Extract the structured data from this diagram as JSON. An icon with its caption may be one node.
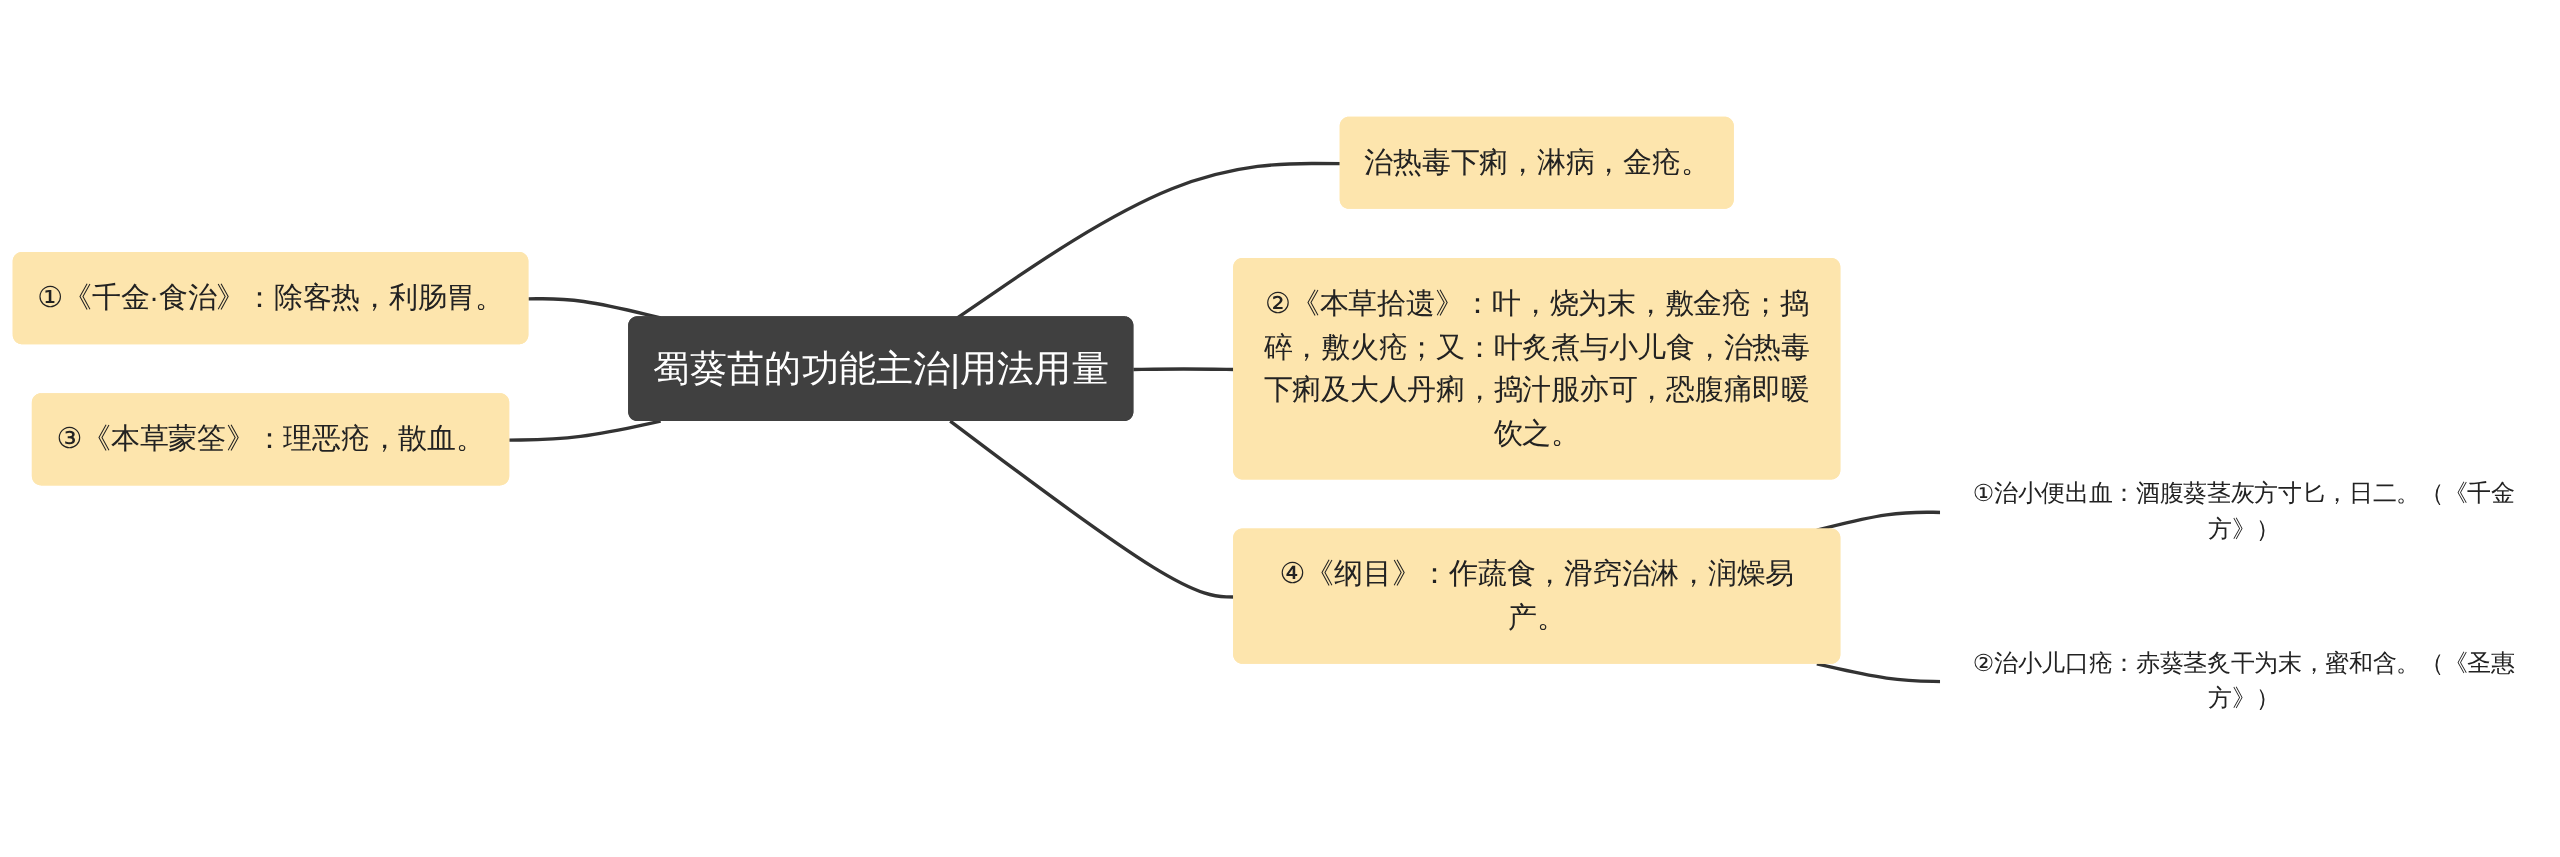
{
  "diagram": {
    "nodes": [
      {
        "text": [
          "蜀葵苗的功能主治|用法用量"
        ]
      },
      {
        "text": [
          "①《千金·食治》：除客热，利肠胃。"
        ]
      },
      {
        "text": [
          "③《本草蒙筌》：理恶疮，散血。"
        ]
      },
      {
        "text": [
          "治热毒下痢，淋病，金疮。"
        ]
      },
      {
        "text": [
          "②《本草拾遗》：叶，烧为末，敷金疮；捣碎，敷火疮；又：叶炙煮与小儿食，治热毒下痢及大人丹痢，捣汁服亦可，恐腹痛即暖饮之。"
        ]
      },
      {
        "text": [
          "④《纲目》：作蔬食，滑窍治淋，润燥易产。"
        ]
      },
      {
        "text": [
          "①治小便出血：酒腹葵茎灰方寸匕，日二。（《千金方》）"
        ]
      },
      {
        "text": [
          "②治小儿口疮：赤葵茎炙干为末，蜜和含。（《圣惠方》）"
        ]
      }
    ],
    "edges": [
      {
        "from": 0,
        "to": 1,
        "arrow": "none"
      },
      {
        "from": 0,
        "to": 2,
        "arrow": "none"
      },
      {
        "from": 0,
        "to": 3,
        "arrow": "none"
      },
      {
        "from": 0,
        "to": 4,
        "arrow": "none"
      },
      {
        "from": 0,
        "to": 5,
        "arrow": "none"
      },
      {
        "from": 5,
        "to": 6,
        "arrow": "none"
      },
      {
        "from": 5,
        "to": 7,
        "arrow": "none"
      }
    ]
  }
}
